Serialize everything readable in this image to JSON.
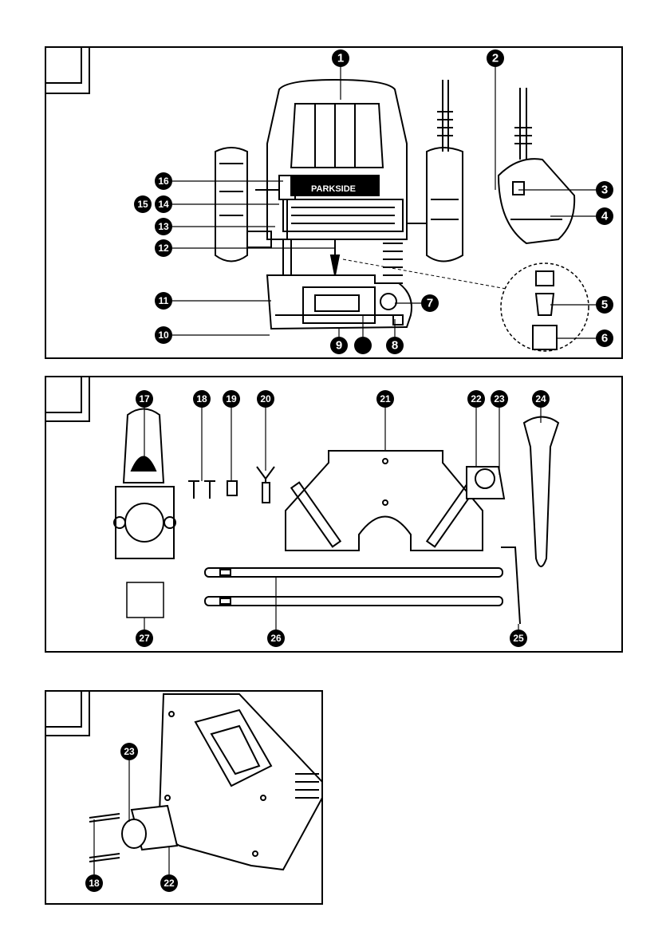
{
  "figure_1": {
    "callouts": [
      "1",
      "2",
      "3",
      "4",
      "5",
      "6",
      "7",
      "8",
      "9",
      "10",
      "11",
      "12",
      "13",
      "14",
      "15",
      "16"
    ],
    "brand_text": "PARKSIDE"
  },
  "figure_2": {
    "callouts": [
      "17",
      "18",
      "19",
      "20",
      "21",
      "22",
      "23",
      "24",
      "25",
      "26",
      "27"
    ]
  },
  "figure_3": {
    "callouts": [
      "23",
      "18",
      "22"
    ]
  },
  "colors": {
    "line": "#111111",
    "fill": "#ffffff",
    "badge": "#000000"
  }
}
